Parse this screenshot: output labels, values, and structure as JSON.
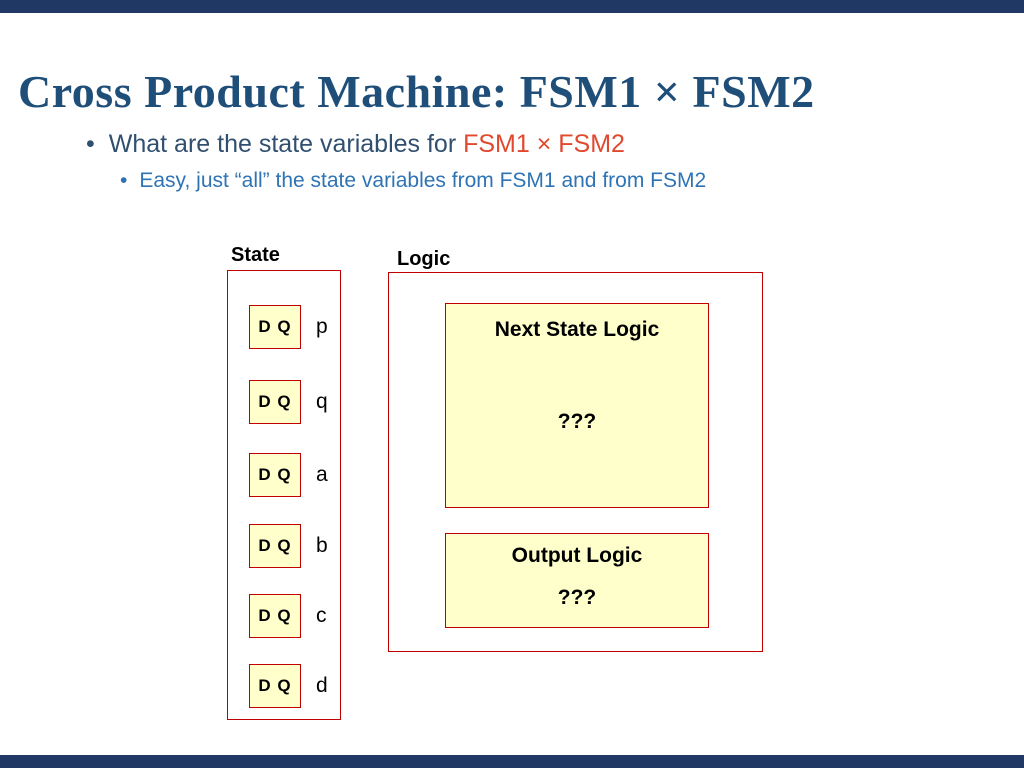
{
  "slide": {
    "title": "Cross Product Machine: FSM1 × FSM2",
    "bullet_marker": "•",
    "bullet1": {
      "prefix": "What are the state variables for ",
      "highlight": "FSM1 × FSM2"
    },
    "bullet2": "Easy, just “all” the state variables from FSM1 and from FSM2"
  },
  "diagram": {
    "state_label": "State",
    "logic_label": "Logic",
    "flipflop_label": "D Q",
    "state_vars": [
      "p",
      "q",
      "a",
      "b",
      "c",
      "d"
    ],
    "next_state_logic": {
      "title": "Next State Logic",
      "content": "???"
    },
    "output_logic": {
      "title": "Output Logic",
      "content": "???"
    }
  },
  "colors": {
    "accent_bar": "#1f3864",
    "title_text": "#1f4e79",
    "body_text": "#31506f",
    "highlight_text": "#e0492e",
    "sub_bullet_text": "#2e74b5",
    "box_border": "#c00000",
    "box_fill": "#ffffcc"
  }
}
